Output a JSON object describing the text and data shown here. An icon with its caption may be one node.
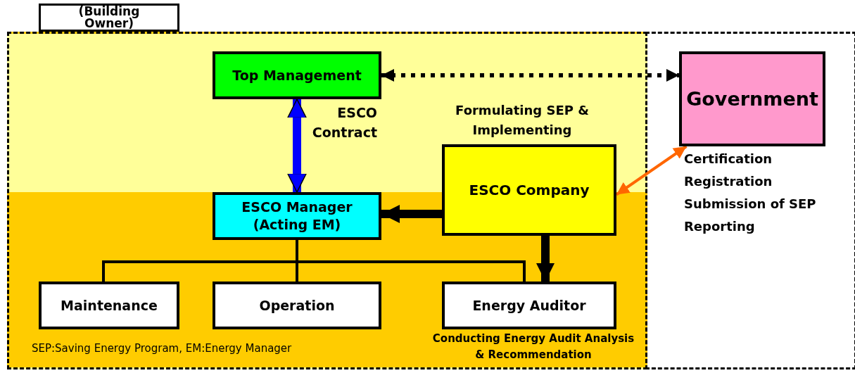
{
  "diagram": {
    "nodes": [
      {
        "text": [
          "(Building Owner)"
        ]
      },
      {
        "text": [
          "Top Management"
        ],
        "in": 0
      },
      {
        "text": [
          "Government"
        ],
        "beside": [
          "Certification",
          "Registration",
          "Submission of SEP",
          "Reporting"
        ]
      },
      {
        "text": [
          "ESCO Manager (Acting EM)"
        ],
        "in": 0
      },
      {
        "text": [
          "ESCO Company"
        ],
        "in": 0,
        "beside": [
          "Formulating SEP & Implementing"
        ]
      },
      {
        "text": [
          "Maintenance"
        ],
        "in": 0
      },
      {
        "text": [
          "Operation"
        ],
        "in": 0
      },
      {
        "text": [
          "Energy Auditor"
        ],
        "in": 0,
        "beside": [
          "Conducting Energy Audit Analysis & Recommendation"
        ]
      }
    ],
    "edges": [
      {
        "from": 1,
        "to": 2,
        "arrow": "both",
        "style": "dashed"
      },
      {
        "from": 1,
        "to": 3,
        "arrow": "both",
        "style": "thick",
        "color": "#0000ff",
        "label": "ESCO Contract"
      },
      {
        "from": 4,
        "to": 3,
        "arrow": "to",
        "style": "thick"
      },
      {
        "from": 4,
        "to": 7,
        "arrow": "to",
        "style": "thick"
      },
      {
        "from": 3,
        "to": 5,
        "arrow": "none"
      },
      {
        "from": 3,
        "to": 6,
        "arrow": "none"
      },
      {
        "from": 3,
        "to": 7,
        "arrow": "none"
      },
      {
        "from": 4,
        "to": 2,
        "arrow": "both",
        "color": "#ff6600"
      }
    ],
    "labels": [
      "SEP:Saving Energy Program, EM:Energy Manager"
    ]
  }
}
